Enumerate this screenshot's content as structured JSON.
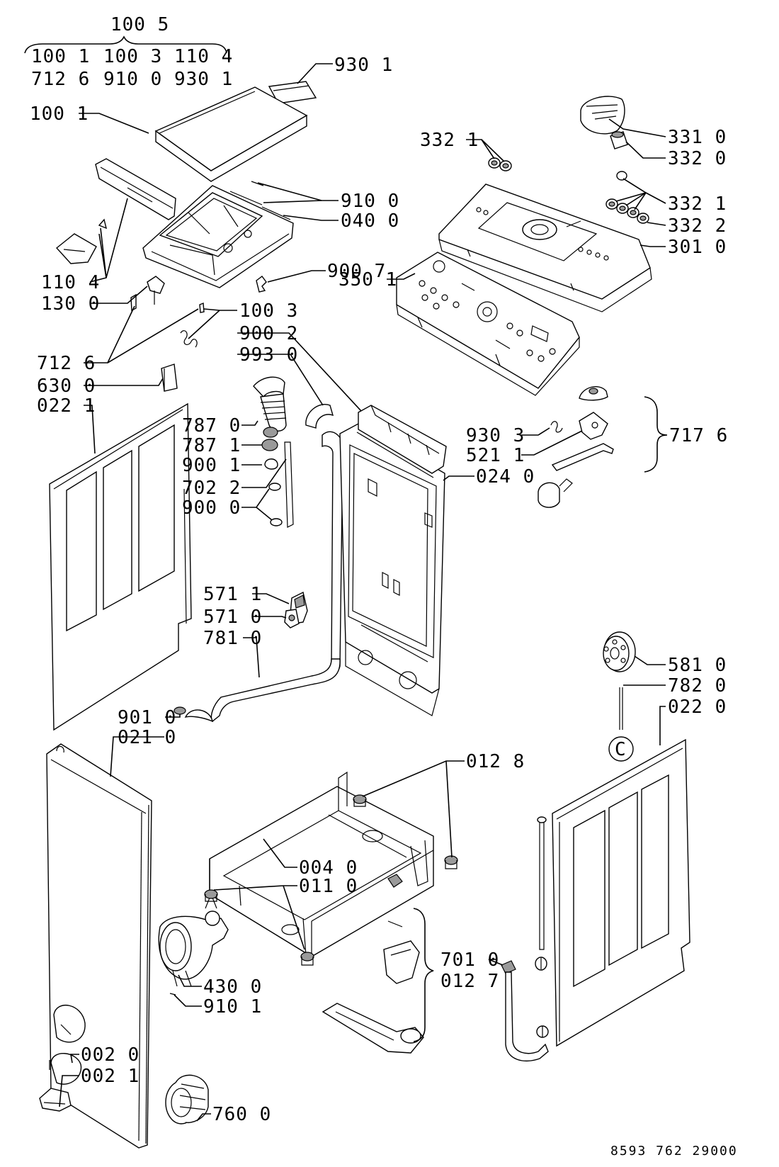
{
  "diagram": {
    "kit_header": "100 5",
    "kit_rows": [
      [
        "100 1",
        "100 3",
        "110 4"
      ],
      [
        "712 6",
        "910 0",
        "930 1"
      ]
    ],
    "labels": [
      {
        "id": "l-930-1-top",
        "text": "930 1"
      },
      {
        "id": "l-100-1",
        "text": "100 1"
      },
      {
        "id": "l-332-1-a",
        "text": "332 1"
      },
      {
        "id": "l-331-0",
        "text": "331 0"
      },
      {
        "id": "l-332-0",
        "text": "332 0"
      },
      {
        "id": "l-910-0",
        "text": "910 0"
      },
      {
        "id": "l-040-0",
        "text": "040 0"
      },
      {
        "id": "l-332-1-b",
        "text": "332 1"
      },
      {
        "id": "l-332-2",
        "text": "332 2"
      },
      {
        "id": "l-301-0",
        "text": "301 0"
      },
      {
        "id": "l-110-4",
        "text": "110 4"
      },
      {
        "id": "l-130-0",
        "text": "130 0"
      },
      {
        "id": "l-900-7",
        "text": "900 7"
      },
      {
        "id": "l-350-1",
        "text": "350 1"
      },
      {
        "id": "l-100-3",
        "text": "100 3"
      },
      {
        "id": "l-900-2",
        "text": "900 2"
      },
      {
        "id": "l-993-0",
        "text": "993 0"
      },
      {
        "id": "l-712-6",
        "text": "712 6"
      },
      {
        "id": "l-630-0",
        "text": "630 0"
      },
      {
        "id": "l-022-1",
        "text": "022 1"
      },
      {
        "id": "l-787-0",
        "text": "787 0"
      },
      {
        "id": "l-787-1",
        "text": "787 1"
      },
      {
        "id": "l-900-1",
        "text": "900 1"
      },
      {
        "id": "l-702-2",
        "text": "702 2"
      },
      {
        "id": "l-900-0",
        "text": "900 0"
      },
      {
        "id": "l-930-3",
        "text": "930 3"
      },
      {
        "id": "l-521-1",
        "text": "521 1"
      },
      {
        "id": "l-717-6",
        "text": "717 6"
      },
      {
        "id": "l-024-0",
        "text": "024 0"
      },
      {
        "id": "l-571-1",
        "text": "571 1"
      },
      {
        "id": "l-571-0",
        "text": "571 0"
      },
      {
        "id": "l-781-0",
        "text": "781 0"
      },
      {
        "id": "l-581-0",
        "text": "581 0"
      },
      {
        "id": "l-782-0",
        "text": "782 0"
      },
      {
        "id": "l-022-0",
        "text": "022 0"
      },
      {
        "id": "l-901-0",
        "text": "901 0"
      },
      {
        "id": "l-021-0",
        "text": "021 0"
      },
      {
        "id": "l-012-8",
        "text": "012 8"
      },
      {
        "id": "l-004-0",
        "text": "004 0"
      },
      {
        "id": "l-011-0",
        "text": "011 0"
      },
      {
        "id": "l-430-0",
        "text": "430 0"
      },
      {
        "id": "l-910-1",
        "text": "910 1"
      },
      {
        "id": "l-701-0",
        "text": "701 0"
      },
      {
        "id": "l-012-7",
        "text": "012 7"
      },
      {
        "id": "l-002-0",
        "text": "002 0"
      },
      {
        "id": "l-002-1",
        "text": "002 1"
      },
      {
        "id": "l-760-0",
        "text": "760 0"
      }
    ],
    "marker_c": "C",
    "drawing_number": "8593 762 29000"
  }
}
